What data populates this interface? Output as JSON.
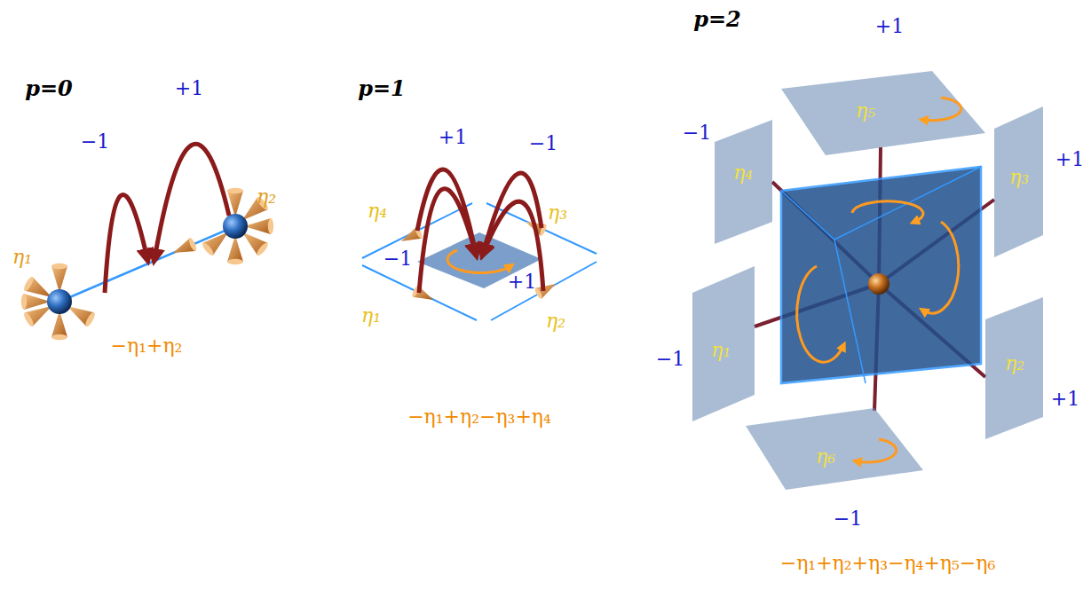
{
  "diagram": {
    "labels": [
      "p=0",
      "−1",
      "+1",
      "η₁",
      "η₂",
      "−η₁+η₂",
      "p=1",
      "+1",
      "−1",
      "η₄",
      "η₃",
      "−1",
      "+1",
      "η₁",
      "η₂",
      "−η₁+η₂−η₃+η₄",
      "p=2",
      "+1",
      "−1",
      "η₅",
      "+1",
      "η₄",
      "η₃",
      "η₁",
      "−1",
      "η₂",
      "+1",
      "η₆",
      "−1",
      "−η₁+η₂+η₃−η₄+η₅−η₆"
    ]
  }
}
